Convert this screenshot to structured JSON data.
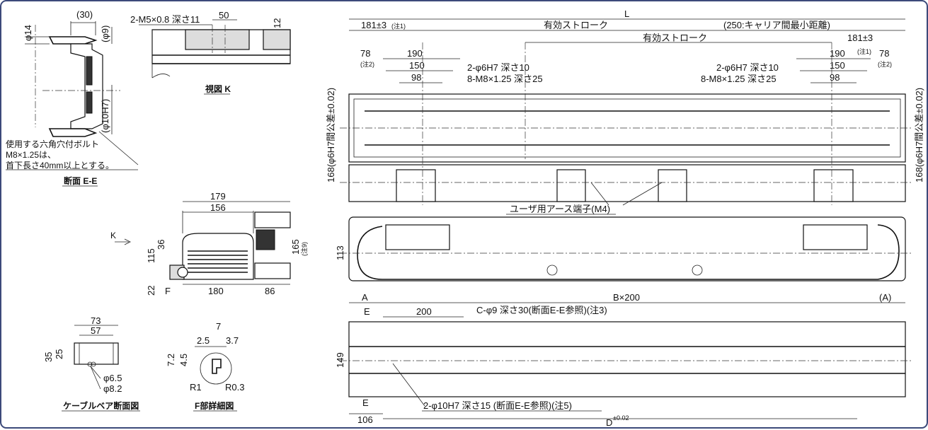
{
  "colors": {
    "frame_border": "#3c4a7a",
    "line": "#111111"
  },
  "left_top": {
    "phi14": "φ14",
    "d30": "(30)",
    "phi9": "(φ9)",
    "phi10h7": "(φ10H7)",
    "note_line1": "使用する六角穴付ボルト",
    "note_line2": "M8×1.25は、",
    "note_line3": "首下長さ40mm以上とする。",
    "title": "断面 E-E"
  },
  "view_k": {
    "m5": "2-M5×0.8 深さ11",
    "d50": "50",
    "d12": "12",
    "title": "視図 K"
  },
  "side_view": {
    "d179": "179",
    "d156": "156",
    "d36": "36",
    "d115": "115",
    "d165": "165",
    "n9": "(注9)",
    "d22": "22",
    "F": "F",
    "d180": "180",
    "d86": "86",
    "K": "K"
  },
  "cable": {
    "d73": "73",
    "d57": "57",
    "d35": "35",
    "d25": "25",
    "p65": "φ6.5",
    "p82": "φ8.2",
    "title": "ケーブルベア断面図"
  },
  "fdetail": {
    "d7": "7",
    "d25": "2.5",
    "d37": "3.7",
    "d72": "7.2",
    "d45": "4.5",
    "R1": "R1",
    "R03": "R0.3",
    "title": "F部詳細図"
  },
  "top_view": {
    "L": "L",
    "d181a": "181±3",
    "n1": "(注1)",
    "stroke1": "有効ストローク",
    "min_dist": "(250:キャリア間最小距離)",
    "stroke2": "有効ストローク",
    "d181b": "181±3",
    "n1b": "(注1)",
    "d78a": "78",
    "n2a": "(注2)",
    "d190a": "190",
    "d150a": "150",
    "d98a": "98",
    "h6a": "2-φ6H7 深さ10",
    "m8a": "8-M8×1.25 深さ25",
    "h6b": "2-φ6H7 深さ10",
    "m8b": "8-M8×1.25 深さ25",
    "d190b": "190",
    "d150b": "150",
    "d98b": "98",
    "d78b": "78",
    "n2b": "(注2)",
    "side_left": "168(φ6H7間公差±0.02)",
    "side_right": "168(φ6H7間公差±0.02)",
    "earth": "ユーザ用アース端子(M4)"
  },
  "front_view": {
    "d113": "113"
  },
  "bottom_view": {
    "A": "A",
    "Bx200": "B×200",
    "Ap": "(A)",
    "E1": "E",
    "d200": "200",
    "c9": "C-φ9 深さ30(断面E-E参照)(注3)",
    "d149": "149",
    "E2": "E",
    "h10": "2-φ10H7 深さ15 (断面E-E参照)(注5)",
    "d106": "106",
    "D": "D",
    "tol": "±0.02"
  }
}
